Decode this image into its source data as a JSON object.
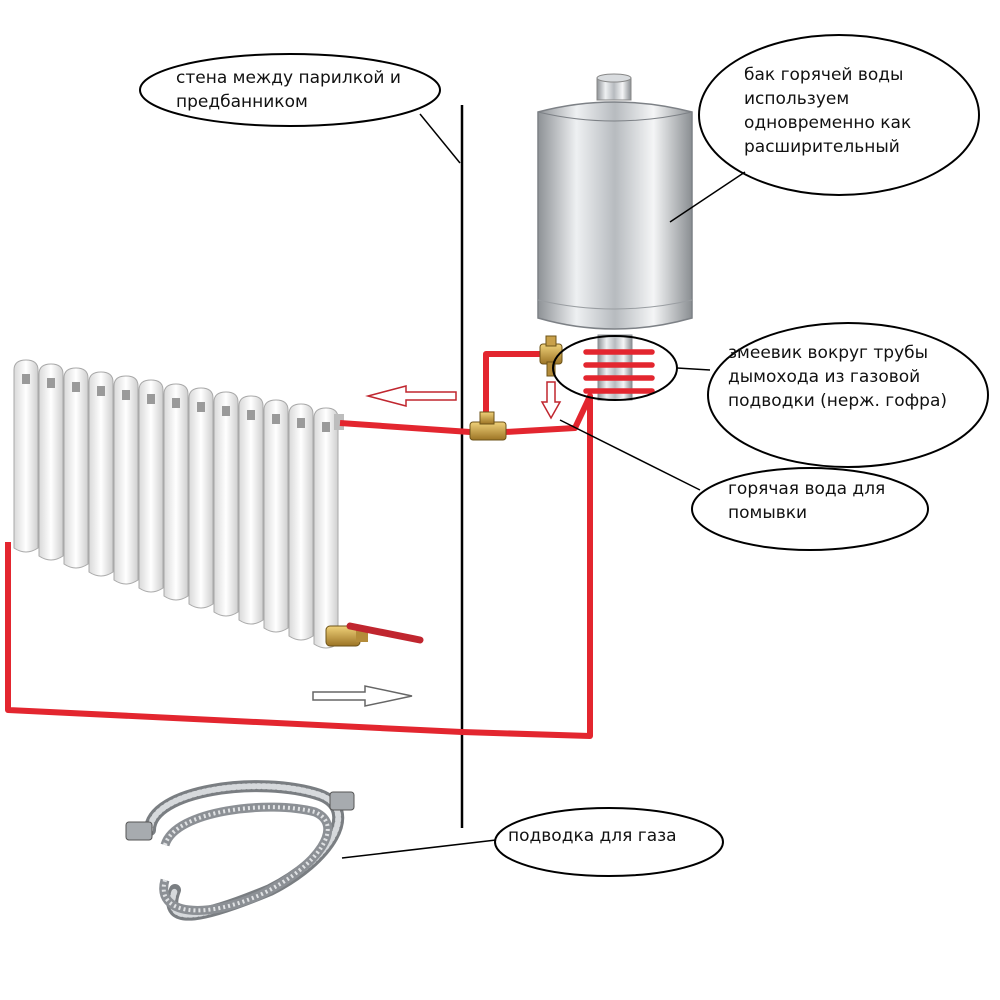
{
  "labels": {
    "wall": "стена между парилкой и\nпредбанником",
    "tank": "бак горячей воды\nиспользуем\nодновременно как\nрасширительный",
    "coil": "змеевик вокруг трубы\nдымохода из газовой\nподводки (нерж. гофра)",
    "hot_water": "горячая вода для\nпомывки",
    "gas": "подводка для газа"
  },
  "colors": {
    "pipe": "#e3262f",
    "wall_line": "#000000",
    "steel": "#c9ccd0",
    "radiator": "#f2f2f2",
    "brass": "#c8a04a",
    "valve_handle": "#c0262f"
  },
  "icons": {
    "radiator": "radiator-icon",
    "tank": "water-tank-icon",
    "hose": "gas-hose-icon",
    "valve": "ball-valve-icon"
  }
}
